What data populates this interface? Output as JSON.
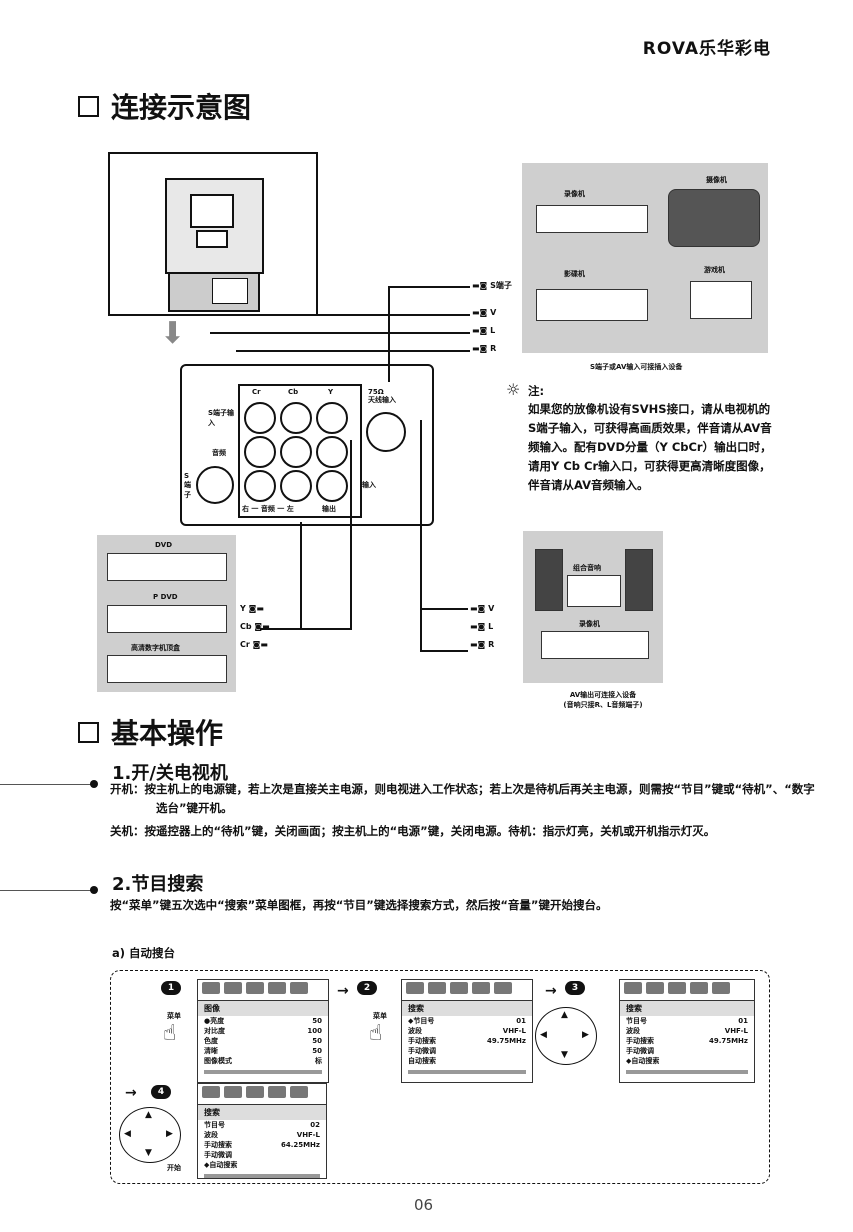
{
  "brand": "ROVA乐华彩电",
  "connection_section": {
    "title": "连接示意图",
    "s_terminal_label": "S端子",
    "audio_labels": [
      "V",
      "L",
      "R"
    ],
    "ypbpr_labels": [
      "Y",
      "Cb",
      "Cr"
    ],
    "out_labels": [
      "V",
      "L",
      "R"
    ],
    "devices_top": [
      "录像机",
      "摄像机",
      "影碟机",
      "游戏机"
    ],
    "devices_top_caption": "S端子或AV输入可接插入设备",
    "devices_left": [
      "DVD",
      "P DVD",
      "高清数字机顶盒"
    ],
    "devices_right": [
      "组合音响",
      "录像机"
    ],
    "devices_right_caption": "AV输出可连接入设备\n(音响只接R、L音频端子)",
    "panel_labels": {
      "col_heads": [
        "Cr",
        "Cb",
        "Y"
      ],
      "svideo_in": "S端子输入",
      "audio_in": "音频",
      "input": "输入",
      "output": "输出",
      "bottom": "右 一 音频 一 左",
      "rf_label": "75Ω\n天线输入",
      "side_label": "S端子"
    },
    "note_title": "注:",
    "note_text": "如果您的放像机设有SVHS接口，请从电视机的S端子输入，可获得高画质效果，伴音请从AV音频输入。配有DVD分量（Y CbCr）输出口时，请用Y Cb Cr输入口，可获得更高清晰度图像，伴音请从AV音频输入。"
  },
  "basic_section": {
    "title": "基本操作",
    "sub1": "1.开/关电视机",
    "power_on": "开机：按主机上的电源键，若上次是直接关主电源，则电视进入工作状态；若上次是待机后再关主电源，则需按“节目”键或“待机”、“数字选台”键开机。",
    "power_off": "关机：按遥控器上的“待机”键，关闭画面；按主机上的“电源”键，关闭电源。待机：指示灯亮，关机或开机指示灯灭。",
    "sub2": "2.节目搜索",
    "search_text": "按“菜单”键五次选中“搜索”菜单图框，再按“节目”键选择搜索方式，然后按“音量”键开始搜台。",
    "auto_label": "a)  自动搜台",
    "steps": [
      "1",
      "2",
      "3",
      "4"
    ],
    "menu1": {
      "title": "图像",
      "rows": [
        [
          "●亮度",
          "50"
        ],
        [
          "对比度",
          "100"
        ],
        [
          "色度",
          "50"
        ],
        [
          "清晰",
          "50"
        ],
        [
          "图像模式",
          "标"
        ]
      ]
    },
    "menu2": {
      "title": "搜索",
      "rows": [
        [
          "◆节目号",
          "01"
        ],
        [
          "波段",
          "VHF-L"
        ],
        [
          "手动搜索",
          "49.75MHz"
        ],
        [
          "手动微调",
          ""
        ],
        [
          "自动搜索",
          ""
        ]
      ]
    },
    "menu3": {
      "title": "搜索",
      "rows": [
        [
          "节目号",
          "01"
        ],
        [
          "波段",
          "VHF-L"
        ],
        [
          "手动搜索",
          "49.75MHz"
        ],
        [
          "手动微调",
          ""
        ],
        [
          "◆自动搜索",
          ""
        ]
      ]
    },
    "menu4": {
      "title": "搜索",
      "rows": [
        [
          "节目号",
          "02"
        ],
        [
          "波段",
          "VHF-L"
        ],
        [
          "手动搜索",
          "64.25MHz"
        ],
        [
          "手动微调",
          ""
        ],
        [
          "◆自动搜索",
          ""
        ]
      ]
    },
    "key_menu": "菜单",
    "start_label": "开始"
  },
  "page_number": "06"
}
